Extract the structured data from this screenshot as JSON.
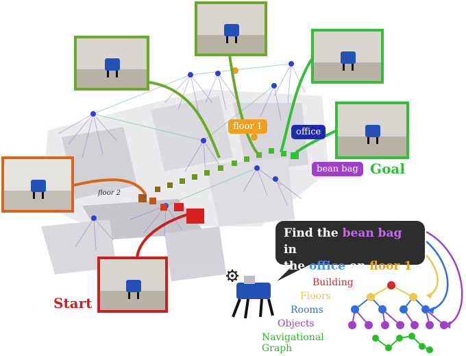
{
  "labels": {
    "start": "Start",
    "goal": "Goal",
    "floor2": "floor 2"
  },
  "tags": {
    "floor1": "floor 1",
    "office": "office",
    "bean_bag": "bean bag"
  },
  "bubble": {
    "line1_prefix": "Find the ",
    "line1_object": "bean bag",
    "line1_suffix": " in",
    "line2_prefix": "the ",
    "line2_room": "office",
    "line2_mid": " on ",
    "line2_floor": "floor 1",
    "line2_suffix": "."
  },
  "legend": {
    "building": "Building",
    "floors": "Floors",
    "rooms": "Rooms",
    "objects": "Objects",
    "nav_line1": "Navigational",
    "nav_line2": "Graph"
  },
  "colors": {
    "start": "#cc1f1f",
    "goal": "#2fbf3a",
    "floor": "#f0a020",
    "floor_legend": "#e8c94a",
    "room": "#2e6fe0",
    "office_tag": "#1e2aa8",
    "object": "#a040c8",
    "nav": "#22c022",
    "edge_orange": "#d9641c",
    "edge_green": "#6aaa2a",
    "building": "#d62a2a"
  },
  "icons": {
    "settings": "gear-icon",
    "robot": "quadruped-robot"
  }
}
